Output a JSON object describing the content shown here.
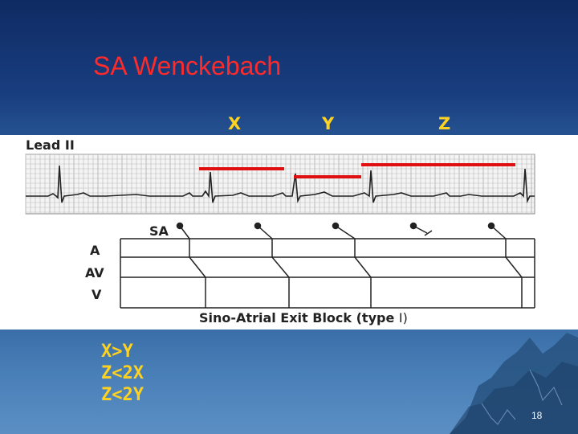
{
  "slide": {
    "title": "SA Wenckebach",
    "markers": [
      "X",
      "Y",
      "Z"
    ],
    "equations": [
      "X>Y",
      "Z<2X",
      "Z<2Y"
    ],
    "page_number": "18"
  },
  "diagram": {
    "lead_label": "Lead II",
    "row_labels": {
      "sa": "SA",
      "a": "A",
      "av": "AV",
      "v": "V"
    },
    "caption_main": "Sino-Atrial Exit Block (type ",
    "caption_type": "I)",
    "colors": {
      "interval_bar": "#e01010",
      "accent_text": "#ffd21f",
      "title": "#ff2a2a"
    }
  }
}
